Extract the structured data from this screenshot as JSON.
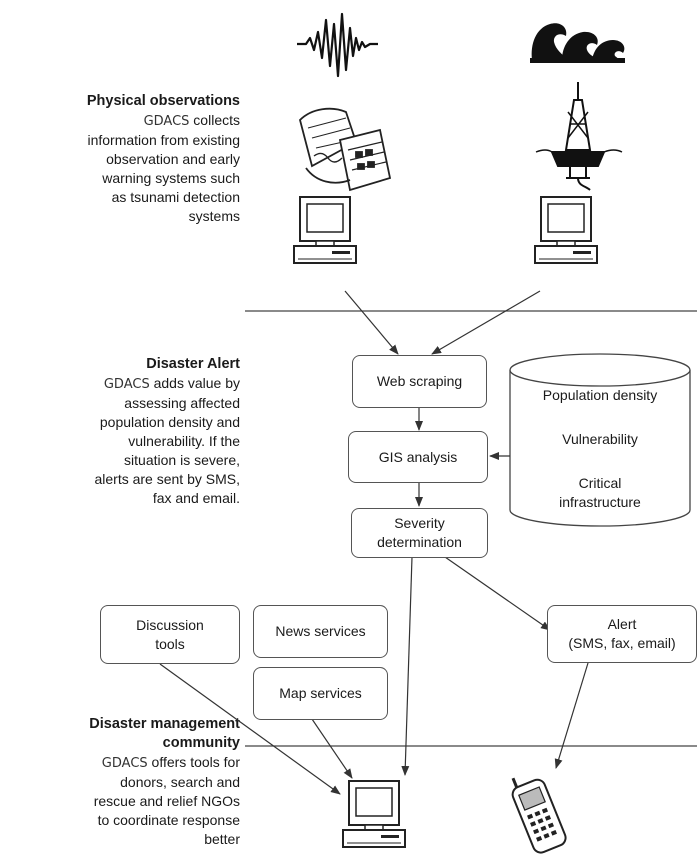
{
  "sections": [
    {
      "heading": "Physical observations",
      "brand": "GDACS",
      "body_first": " collects",
      "body_rest": [
        "information from existing",
        "observation and early",
        "warning systems such",
        "as tsunami detection",
        "systems"
      ]
    },
    {
      "heading": "Disaster Alert",
      "brand": "GDACS",
      "body_first": " adds value by",
      "body_rest": [
        "assessing affected",
        "population density and",
        "vulnerability. If the",
        "situation is severe,",
        "alerts are sent by SMS,",
        "fax and email."
      ]
    },
    {
      "heading_lines": [
        "Disaster management",
        "community"
      ],
      "brand": "GDACS",
      "body_first": " offers tools for",
      "body_rest": [
        "donors, search and",
        "rescue and relief NGOs",
        "to coordinate response",
        "better"
      ]
    }
  ],
  "boxes": {
    "web_scraping": "Web scraping",
    "gis_analysis": "GIS analysis",
    "severity": [
      "Severity",
      "determination"
    ],
    "discussion": [
      "Discussion",
      "tools"
    ],
    "news": "News services",
    "map": "Map services",
    "alert": [
      "Alert",
      "(SMS, fax, email)"
    ]
  },
  "database": {
    "items": [
      "Population density",
      "Vulnerability",
      "Critical",
      "infrastructure"
    ]
  },
  "icons": [
    "seismogram-icon",
    "tsunami-wave-icon",
    "fax-machine-icon",
    "tsunami-buoy-icon",
    "computer-icon",
    "mobile-phone-icon"
  ]
}
